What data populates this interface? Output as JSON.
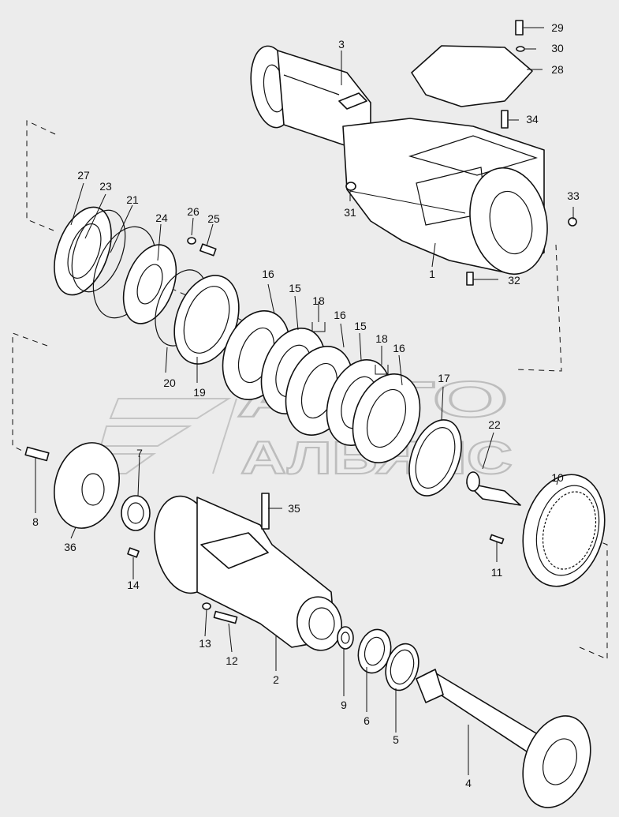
{
  "callouts": {
    "c1": "1",
    "c2": "2",
    "c3": "3",
    "c4": "4",
    "c5": "5",
    "c6": "6",
    "c7": "7",
    "c8": "8",
    "c9": "9",
    "c10": "10",
    "c11": "11",
    "c12": "12",
    "c13": "13",
    "c14": "14",
    "c15a": "15",
    "c15b": "15",
    "c16a": "16",
    "c16b": "16",
    "c16c": "16",
    "c17": "17",
    "c18a": "18",
    "c18b": "18",
    "c19": "19",
    "c20": "20",
    "c21": "21",
    "c22": "22",
    "c23": "23",
    "c24": "24",
    "c25": "25",
    "c26": "26",
    "c27": "27",
    "c28": "28",
    "c29": "29",
    "c30": "30",
    "c31": "31",
    "c32": "32",
    "c33": "33",
    "c34": "34",
    "c35": "35",
    "c36": "36"
  },
  "watermark": {
    "line1": "АВТО",
    "line2": "АЛЬЯНС"
  },
  "colors": {
    "background": "#ececec",
    "line": "#111111",
    "watermark": "#bdbdbd"
  }
}
